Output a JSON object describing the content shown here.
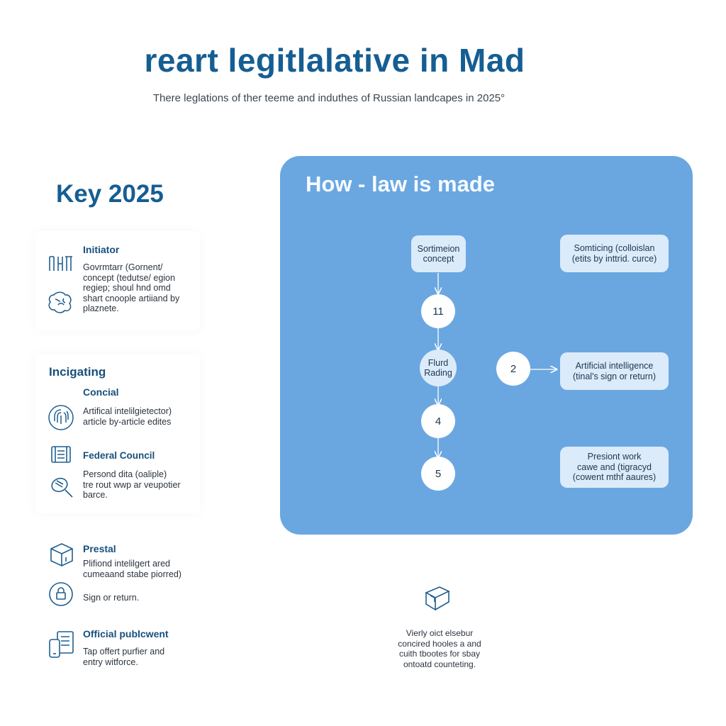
{
  "header": {
    "title": "reart legitlalative in Mad",
    "subtitle": "There leglations of ther teeme and induthes of Russian landcapes in 2025°"
  },
  "key": {
    "title": "Key 2025"
  },
  "sidebar": {
    "initiator": {
      "title": "Initiator",
      "text": "Govrmtarr (Gornent/\nconcept (tedutse/ egion\nregiep; shoul hnd omd\nshart cnoople artiiand by\nplaznete.",
      "icons": [
        "parliament-icon",
        "brain-icon"
      ]
    },
    "incigating": {
      "title": "Incigating",
      "items": [
        {
          "title": "Concial",
          "text": "Artifical intelilgietector)\narticle by-article edites",
          "icon": "fingerprint-icon"
        },
        {
          "title": "Federal Council",
          "text": "Persond dita (oaliple)\ntre rout wwp ar veupotier\nbarce.",
          "icon": "document-icon"
        },
        {
          "title": "",
          "text": "",
          "icon": "magnifier-icon"
        }
      ]
    },
    "prestal": {
      "title": "Prestal",
      "text": "Plifiond intelilgert ared\ncumeaand stabe piorred)",
      "icon": "box-icon"
    },
    "sign": {
      "text": "Sign or return.",
      "icon": "lock-icon"
    },
    "official": {
      "title": "Official publcwent",
      "text": "Tap offert purfier and\nentry witforce.",
      "icon": "phone-doc-icon"
    }
  },
  "flow": {
    "title": "How - law is made",
    "nodes": {
      "concept": "Sortimeion\nconcept",
      "step1": "11",
      "reading": "Flurd\nRading",
      "step4": "4",
      "step5": "5",
      "step2": "2",
      "top_right": "Somticing (colloislan\n(etits by inttrid. curce)",
      "ai": "Artificial intelligence\n(tinal's sign or return)",
      "work": "Presiont work\ncawe and (tigracyd\n(cowent mthf aaures)"
    }
  },
  "footer": {
    "icon": "package-icon",
    "text": "Vierly oict elsebur\nconcired hooles a and\ncuith tbootes for sbay\nontoatd counteting."
  },
  "colors": {
    "accent": "#155e93",
    "flow_bg": "#6aa7e1",
    "node_bg": "#dcebfa"
  }
}
